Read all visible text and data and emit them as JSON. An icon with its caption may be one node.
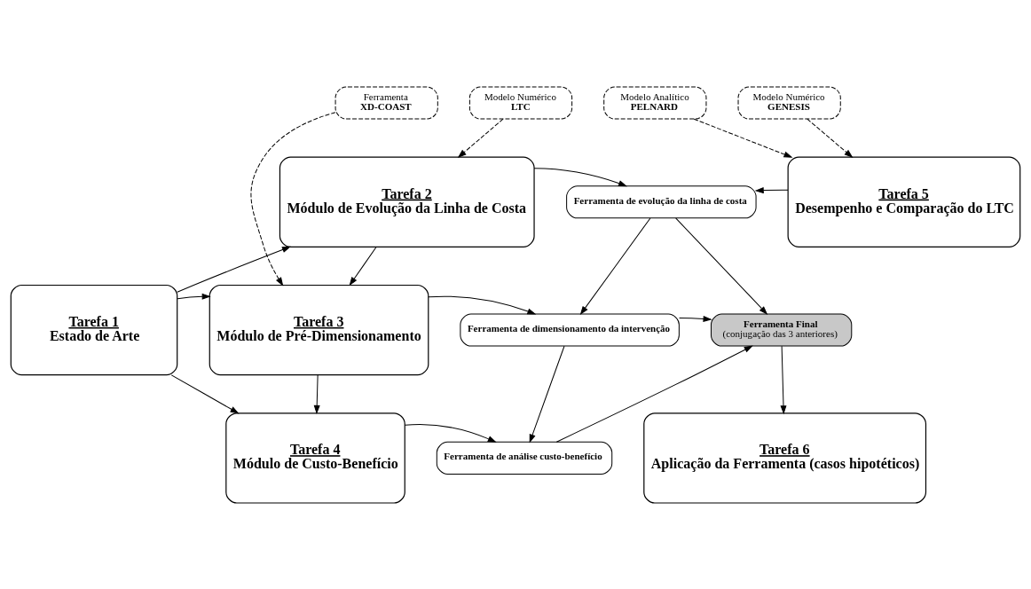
{
  "diagram": {
    "nodes": [
      {
        "text": [
          "Ferramenta",
          "XD-COAST"
        ]
      },
      {
        "text": [
          "Modelo Numérico",
          "LTC"
        ]
      },
      {
        "text": [
          "Modelo Analítico",
          "PELNARD"
        ]
      },
      {
        "text": [
          "Modelo Numérico",
          "GENESIS"
        ]
      },
      {
        "text": [
          "Tarefa 2",
          "Módulo de Evolução da Linha de Costa"
        ]
      },
      {
        "text": [
          "Ferramenta de evolução da linha de costa"
        ]
      },
      {
        "text": [
          "Tarefa 5",
          "Desempenho e Comparação do LTC"
        ]
      },
      {
        "text": [
          "Tarefa 1",
          "Estado de Arte"
        ]
      },
      {
        "text": [
          "Tarefa 3",
          "Módulo de Pré-Dimensionamento"
        ]
      },
      {
        "text": [
          "Ferramenta de dimensionamento da intervenção"
        ]
      },
      {
        "text": [
          "Ferramenta Final",
          "(conjugação das 3 anteriores)"
        ]
      },
      {
        "text": [
          "Tarefa 4",
          "Módulo de Custo-Benefício"
        ]
      },
      {
        "text": [
          "Ferramenta de análise custo-benefício"
        ]
      },
      {
        "text": [
          "Tarefa 6",
          "Aplicação da Ferramenta (casos hipotéticos)"
        ]
      }
    ],
    "edges": [
      {
        "from": 0,
        "to": 8,
        "arrow": "to",
        "style": "dashed"
      },
      {
        "from": 1,
        "to": 4,
        "arrow": "to",
        "style": "dashed"
      },
      {
        "from": 2,
        "to": 6,
        "arrow": "to",
        "style": "dashed"
      },
      {
        "from": 3,
        "to": 6,
        "arrow": "to",
        "style": "dashed"
      },
      {
        "from": 7,
        "to": 4,
        "arrow": "to"
      },
      {
        "from": 7,
        "to": 8,
        "arrow": "to"
      },
      {
        "from": 7,
        "to": 11,
        "arrow": "to"
      },
      {
        "from": 4,
        "to": 5,
        "arrow": "to"
      },
      {
        "from": 6,
        "to": 5,
        "arrow": "to"
      },
      {
        "from": 4,
        "to": 8,
        "arrow": "to"
      },
      {
        "from": 8,
        "to": 11,
        "arrow": "to"
      },
      {
        "from": 8,
        "to": 9,
        "arrow": "to"
      },
      {
        "from": 11,
        "to": 12,
        "arrow": "to"
      },
      {
        "from": 5,
        "to": 9,
        "arrow": "to"
      },
      {
        "from": 9,
        "to": 12,
        "arrow": "to"
      },
      {
        "from": 5,
        "to": 10,
        "arrow": "to"
      },
      {
        "from": 9,
        "to": 10,
        "arrow": "to"
      },
      {
        "from": 12,
        "to": 10,
        "arrow": "to"
      },
      {
        "from": 10,
        "to": 13,
        "arrow": "to"
      }
    ]
  }
}
